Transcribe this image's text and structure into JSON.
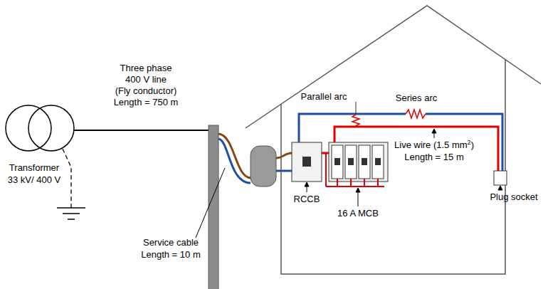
{
  "diagram": {
    "labels": [
      "Three phase",
      "400 V line",
      "(Fly conductor)",
      "Length = 750 m",
      "Transformer",
      "33 kV/ 400 V",
      "Service cable",
      "Length = 10 m",
      "Parallel arc",
      "Series arc",
      "RCCB",
      "16 A MCB",
      "Live wire (1.5 mm",
      "2",
      ")",
      "Length = 15 m",
      "Plug socket"
    ]
  }
}
